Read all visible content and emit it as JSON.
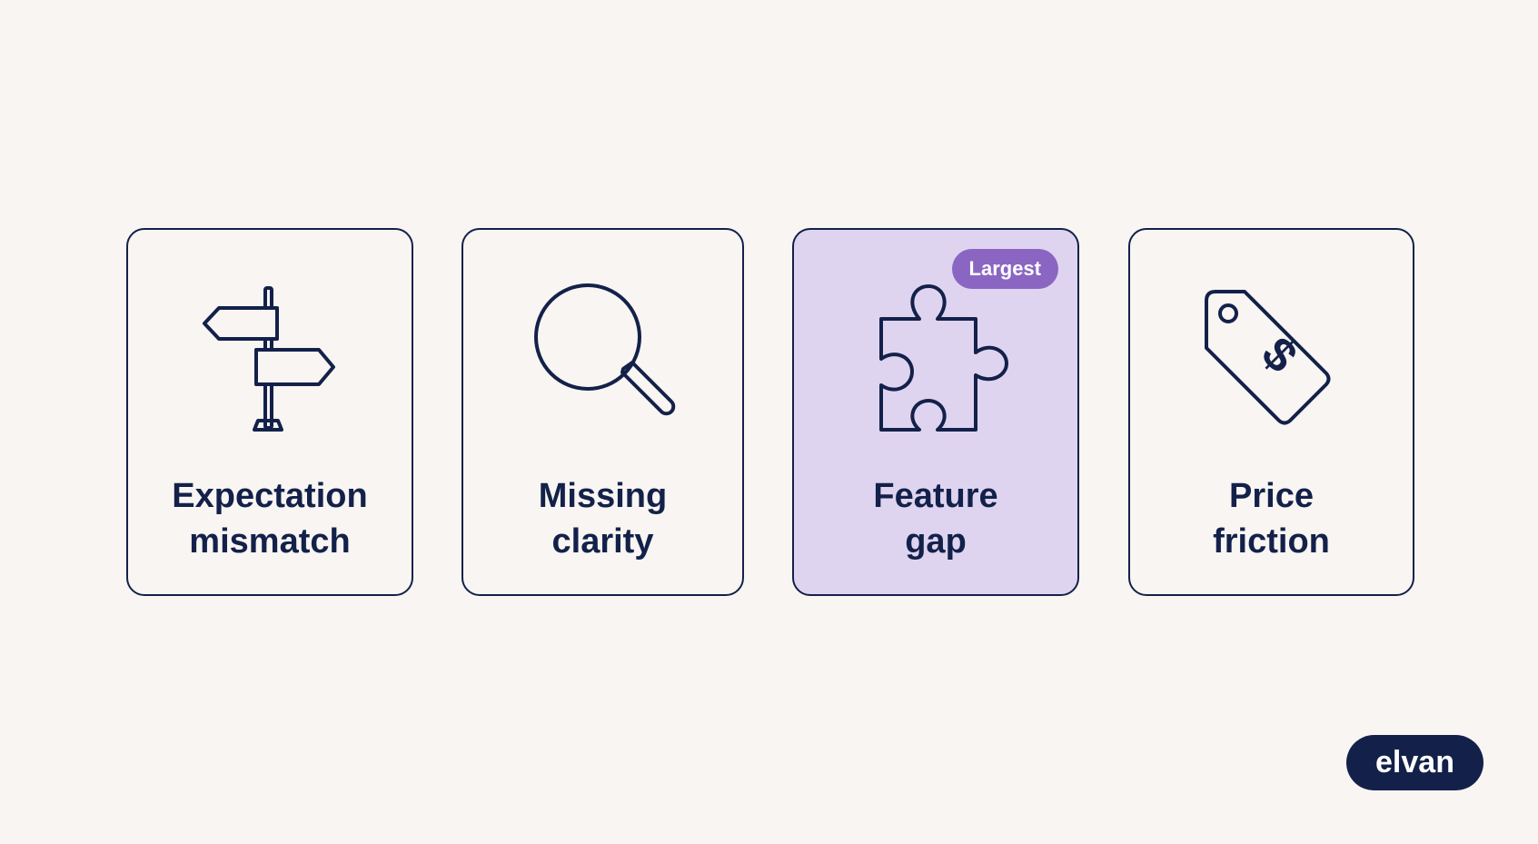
{
  "cards": [
    {
      "title_line1": "Expectation",
      "title_line2": "mismatch",
      "icon": "signpost-icon"
    },
    {
      "title_line1": "Missing",
      "title_line2": "clarity",
      "icon": "magnifying-glass-icon"
    },
    {
      "title_line1": "Feature",
      "title_line2": "gap",
      "icon": "puzzle-piece-icon",
      "badge": "Largest",
      "highlighted": true
    },
    {
      "title_line1": "Price",
      "title_line2": "friction",
      "icon": "price-tag-icon"
    }
  ],
  "brand": {
    "name": "elvan"
  },
  "colors": {
    "background": "#f8f5f2",
    "ink": "#13214a",
    "highlight": "#dfd4f0",
    "badge": "#8a66c2"
  }
}
